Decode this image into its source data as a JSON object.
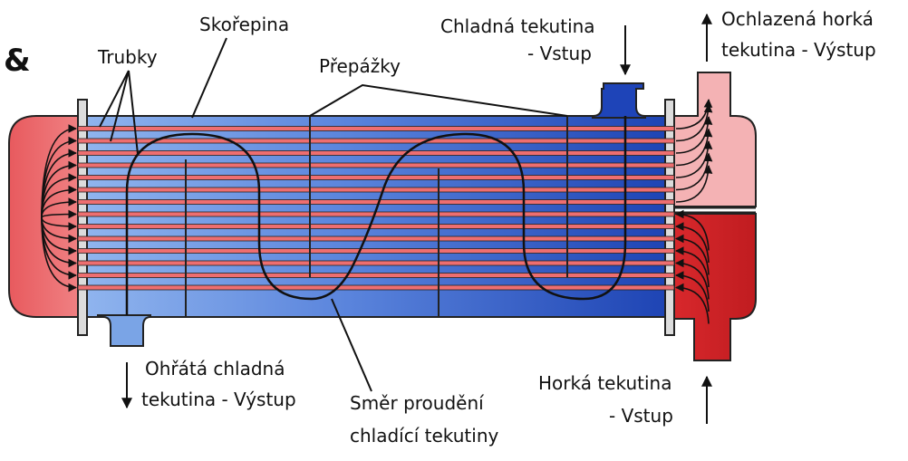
{
  "symbol": "&",
  "labels": {
    "tubes": "Trubky",
    "shell": "Skořepina",
    "baffles": "Přepážky",
    "cold_in_1": "Chladná tekutina",
    "cold_in_2": "- Vstup",
    "hot_out_1": "Ochlazená horká",
    "hot_out_2": "tekutina - Výstup",
    "cold_out_1": "Ohřátá chladná",
    "cold_out_2": "tekutina - Výstup",
    "flow_1": "Směr proudění",
    "flow_2": "chladící tekutiny",
    "hot_in_1": "Horká tekutina",
    "hot_in_2": "- Vstup"
  },
  "colors": {
    "hot": "#d8282c",
    "hot_light": "#ee6e6e",
    "cooled": "#f4b4b4",
    "cold": "#1e48b8",
    "cold_light": "#7aa6e8",
    "tube": "#ee6e70"
  }
}
